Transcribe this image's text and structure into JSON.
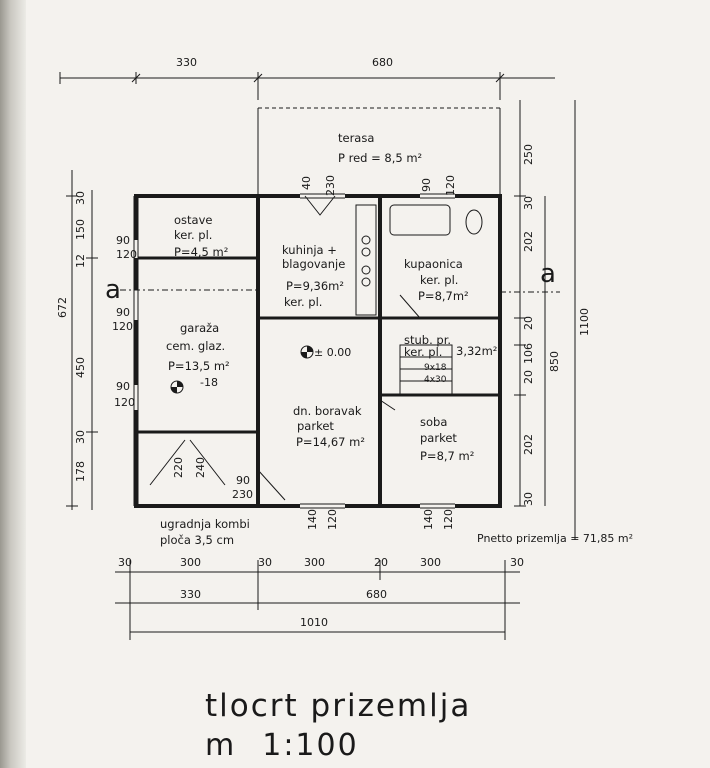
{
  "title": {
    "line1": "tlocrt prizemlja",
    "scale_prefix": "m",
    "scale_value": "1:100"
  },
  "netto": "Pnetto prizemlja = 71,85 m²",
  "rooms": {
    "terasa": {
      "name": "terasa",
      "area": "P red = 8,5 m²"
    },
    "ostave": {
      "name": "ostave",
      "floor": "ker. pl.",
      "area": "P=4,5 m²"
    },
    "kuhinja": {
      "name1": "kuhinja +",
      "name2": "blagovanje",
      "area": "P=9,36m²",
      "floor": "ker. pl."
    },
    "kupaonica": {
      "name": "kupaonica",
      "floor": "ker. pl.",
      "area": "P=8,7m²"
    },
    "garaza": {
      "name": "garaža",
      "floor": "cem. glaz.",
      "area": "P=13,5 m²",
      "level": "-18"
    },
    "stub": {
      "name": "stub. pr.",
      "floor": "ker. pl.",
      "area": "3,32m²"
    },
    "boravak": {
      "name": "dn. boravak",
      "floor": "parket",
      "area": "P=14,67 m²",
      "level": "± 0.00"
    },
    "soba": {
      "name": "soba",
      "floor": "parket",
      "area": "P=8,7 m²"
    }
  },
  "section_marks": {
    "left": "a",
    "right": "a"
  },
  "note": {
    "line1": "ugradnja kombi",
    "line2": "ploča 3,5 cm"
  },
  "dims": {
    "top": [
      "330",
      "680"
    ],
    "right": [
      "250",
      "30",
      "202",
      "20",
      "106",
      "20",
      "202",
      "30"
    ],
    "right_outer": [
      "1100",
      "850"
    ],
    "left": [
      "30",
      "150",
      "12",
      "90",
      "120",
      "90",
      "120",
      "90",
      "120",
      "450",
      "30",
      "178"
    ],
    "left_outer": "672",
    "bottom_row1": [
      "30",
      "300",
      "30",
      "300",
      "20",
      "300",
      "30"
    ],
    "bottom_row2": [
      "330",
      "680"
    ],
    "bottom_total": "1010",
    "openings": [
      "40",
      "230",
      "90",
      "120",
      "220",
      "240",
      "90",
      "230",
      "140",
      "120",
      "140",
      "120"
    ],
    "stair": [
      "9x18",
      "4x30"
    ]
  }
}
